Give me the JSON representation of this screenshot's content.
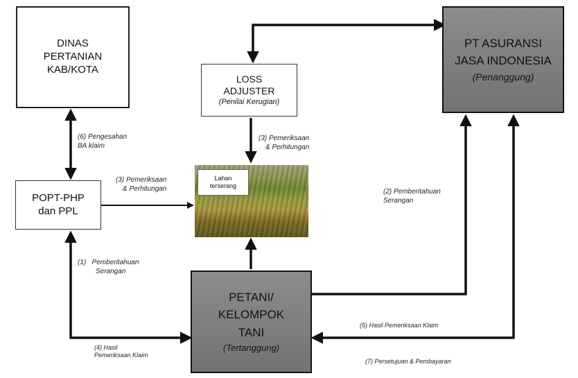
{
  "boxes": {
    "dinas": {
      "lines": [
        "DINAS",
        "PERTANIAN",
        "KAB/KOTA"
      ]
    },
    "asuransi": {
      "lines": [
        "PT ASURANSI",
        "JASA INDONESIA"
      ],
      "role": "(Penanggung)"
    },
    "loss_adjuster": {
      "lines": [
        "LOSS",
        "ADJUSTER"
      ],
      "role": "(Penilai Kerugian)"
    },
    "popt": {
      "lines": [
        "POPT-PHP",
        "dan PPL"
      ]
    },
    "petani": {
      "lines": [
        "PETANI/",
        "KELOMPOK",
        "TANI"
      ],
      "role": "(Tertanggung)"
    }
  },
  "photo": {
    "label_lines": [
      "Lahan",
      "terserang"
    ]
  },
  "labels": {
    "l6": [
      "(6) Pengesahan",
      "BA klaim"
    ],
    "l3_top": [
      "(3) Pemeriksaan",
      "& Perhitungan"
    ],
    "l3_left": [
      "(3) Pemeriksaan",
      "& Perhitungan"
    ],
    "l2": [
      "(2) Pemberitahuan",
      "Serangan"
    ],
    "l1": [
      "(1)   Pemberitahuan",
      "Serangan"
    ],
    "l4": [
      "(4) Hasil",
      "Pemeriksaan Klaim"
    ],
    "l5": [
      "(5) Hasil Pemeriksaan Klaim"
    ],
    "l7": [
      "(7) Persetujuan & Pembayaran"
    ]
  },
  "colors": {
    "box_gray": "#7f7f7f",
    "line": "#111111"
  }
}
